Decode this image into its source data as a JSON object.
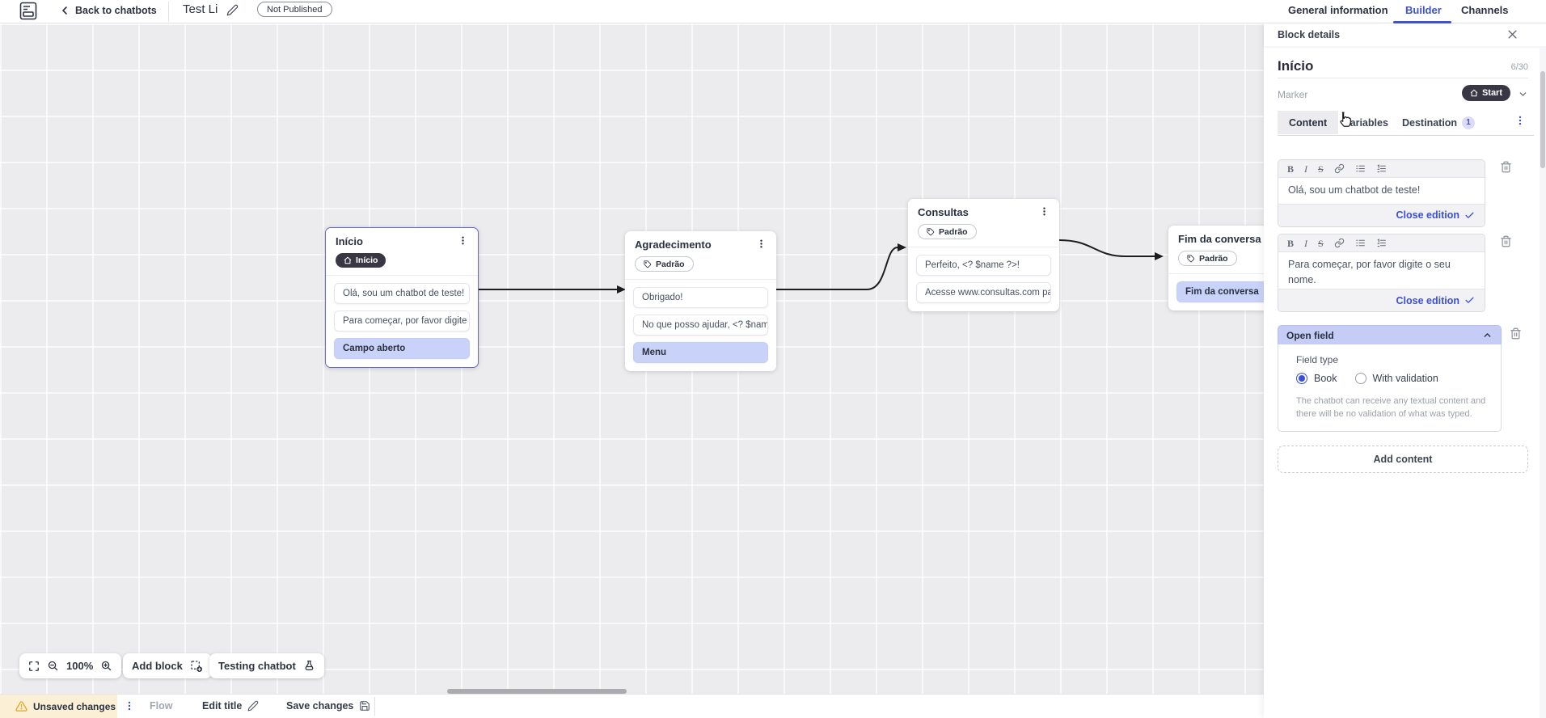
{
  "colors": {
    "accent_blue": "#3d53cc",
    "lavender_item": "#c9d2f8",
    "dark_pill": "#3a3744",
    "canvas_bg": "#ececee",
    "warning_bg": "#fbf0d6"
  },
  "topbar": {
    "back_label": "Back to chatbots",
    "title": "Test Li",
    "status_badge": "Not Published",
    "tabs": [
      {
        "label": "General information",
        "active": false
      },
      {
        "label": "Builder",
        "active": true
      },
      {
        "label": "Channels",
        "active": false
      }
    ]
  },
  "canvas": {
    "blocks": [
      {
        "title": "Início",
        "badge": "Início",
        "items": [
          {
            "text": "Olá, sou um chatbot de teste!"
          },
          {
            "text": "Para começar, por favor digite o ..."
          },
          {
            "text": "Campo aberto"
          }
        ]
      },
      {
        "title": "Agradecimento",
        "badge": "Padrão",
        "items": [
          {
            "text": "Obrigado!"
          },
          {
            "text": "No que posso ajudar, <? $name ..."
          },
          {
            "text": "Menu"
          }
        ]
      },
      {
        "title": "Consultas",
        "badge": "Padrão",
        "items": [
          {
            "text": "Perfeito, <? $name ?>!"
          },
          {
            "text": "Acesse www.consultas.com par..."
          }
        ]
      },
      {
        "title": "Fim da conversa",
        "badge": "Padrão",
        "items": [
          {
            "text": "Fim da conversa"
          }
        ]
      }
    ],
    "toolbar": {
      "zoom_level": "100%",
      "add_block_label": "Add block",
      "testing_label": "Testing chatbot"
    }
  },
  "bottombar": {
    "unsaved_label": "Unsaved changes",
    "flow_label": "Flow",
    "edit_title_label": "Edit title",
    "save_label": "Save changes"
  },
  "panel": {
    "header_label": "Block details",
    "block_name": "Início",
    "char_count": "6/30",
    "marker_label": "Marker",
    "marker_value": "Start",
    "tabs": [
      {
        "label": "Content"
      },
      {
        "label": "Variables"
      },
      {
        "label": "Destination",
        "badge": "1"
      }
    ],
    "editors": [
      {
        "text": "Olá, sou um chatbot de teste!",
        "close_label": "Close edition"
      },
      {
        "text": "Para começar, por favor digite o seu nome.",
        "close_label": "Close edition"
      }
    ],
    "open_field": {
      "title": "Open field",
      "field_type_label": "Field type",
      "options": [
        {
          "label": "Book",
          "selected": true
        },
        {
          "label": "With validation",
          "selected": false
        }
      ],
      "helper": "The chatbot can receive any textual content and there will be no validation of what was typed."
    },
    "add_content_label": "Add content"
  }
}
